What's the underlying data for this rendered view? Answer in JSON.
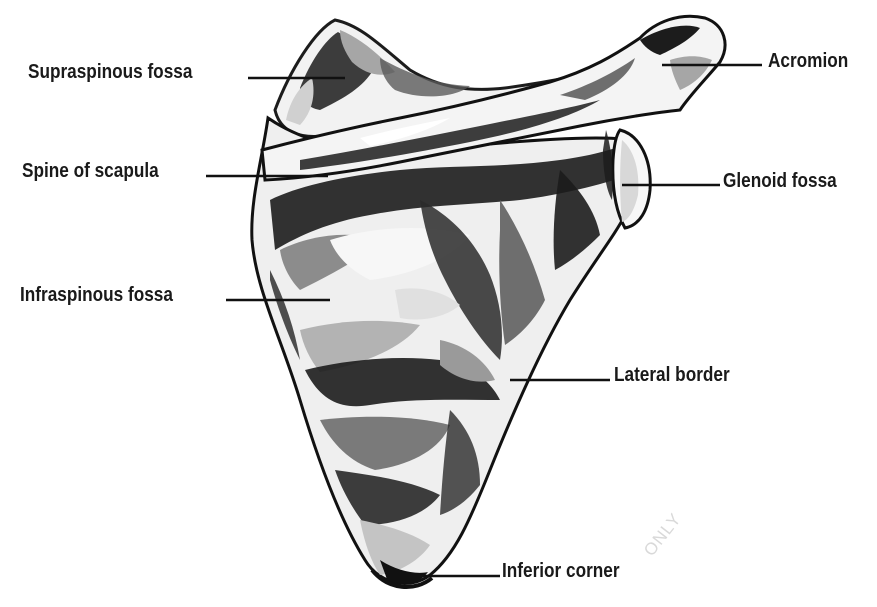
{
  "labels": {
    "supraspinous_fossa": "Supraspinous fossa",
    "spine_of_scapula": "Spine of scapula",
    "infraspinous_fossa": "Infraspinous fossa",
    "acromion": "Acromion",
    "glenoid_fossa": "Glenoid fossa",
    "lateral_border": "Lateral border",
    "inferior_corner": "Inferior corner"
  },
  "watermark": "ONLY",
  "colors": {
    "background": "#ffffff",
    "text": "#1a1a1a",
    "leader_line": "#111111",
    "bone_light": "#f2f2f2",
    "bone_mid": "#a6a6a6",
    "bone_dark": "#1c1c1c"
  }
}
